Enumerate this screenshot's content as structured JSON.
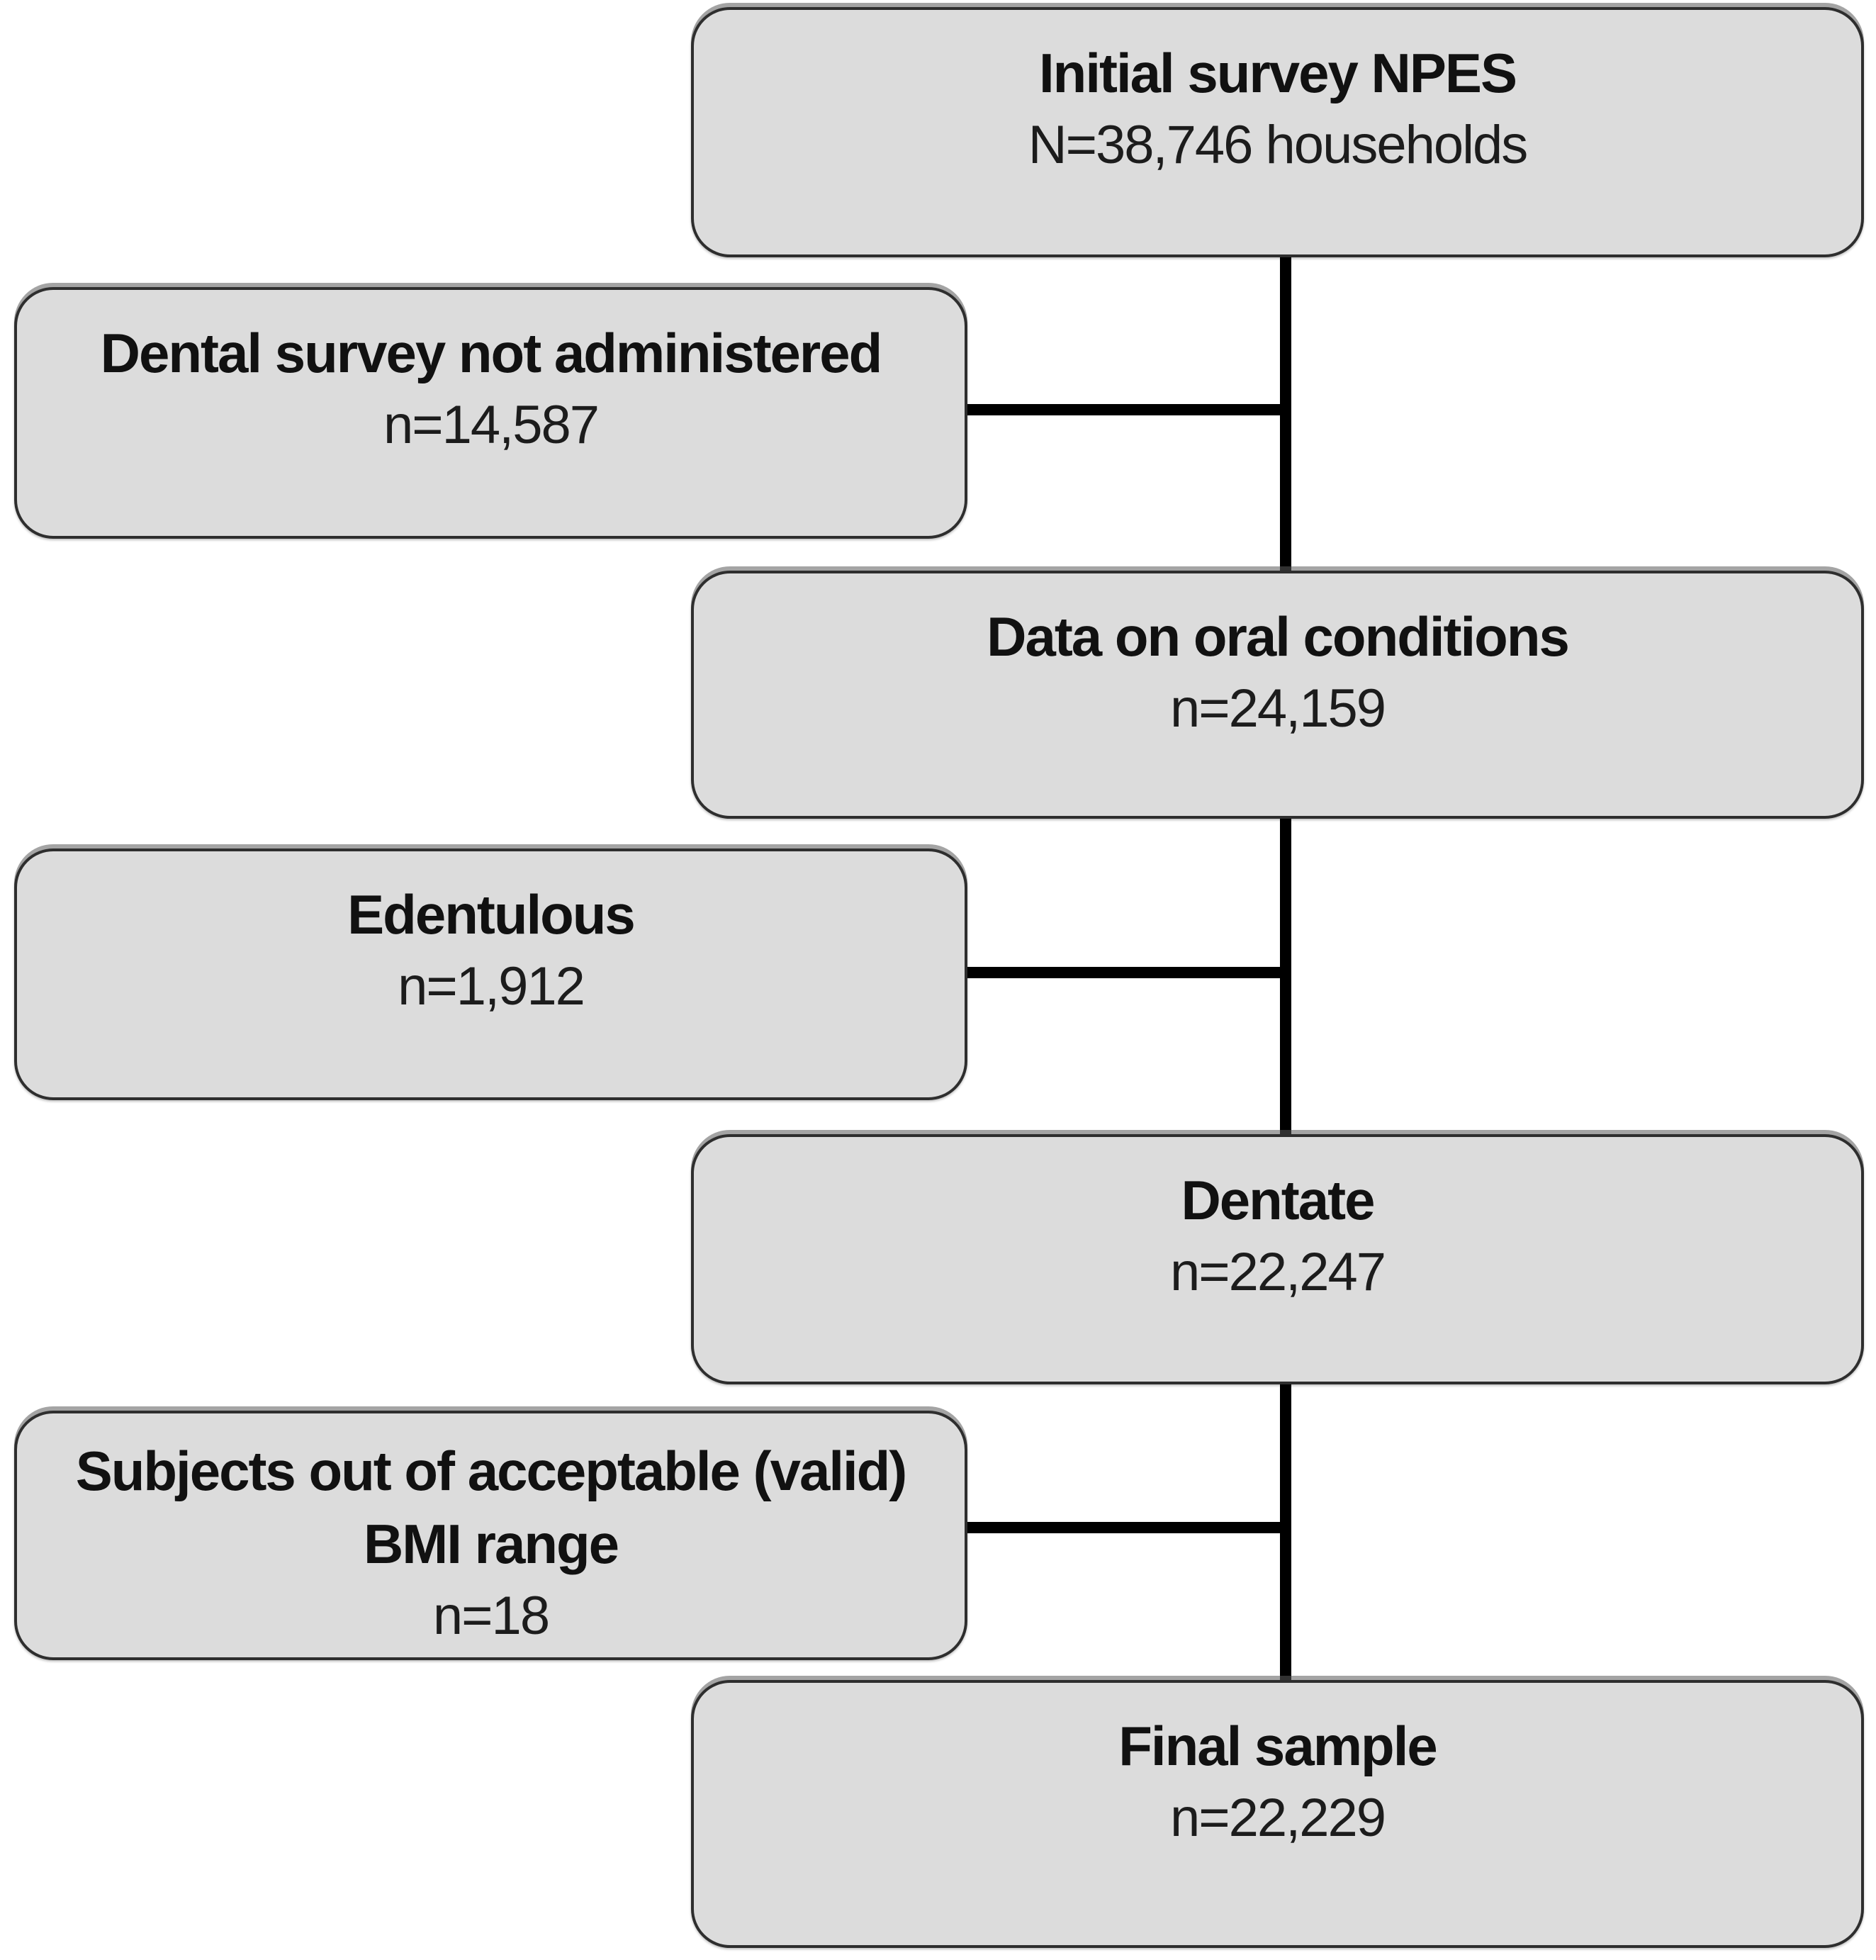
{
  "style": {
    "box_fill": "#dcdcdc",
    "box_border": "#2e2e2e",
    "connector_color": "#000000",
    "text_color": "#111111"
  },
  "nodes": [
    {
      "id": "initial-survey",
      "title": "Initial survey NPES",
      "count": "N=38,746 households"
    },
    {
      "id": "dental-survey-not-administered",
      "title": "Dental survey not administered",
      "count": "n=14,587"
    },
    {
      "id": "data-on-oral-conditions",
      "title": "Data on oral conditions",
      "count": "n=24,159"
    },
    {
      "id": "edentulous",
      "title": "Edentulous",
      "count": "n=1,912"
    },
    {
      "id": "dentate",
      "title": "Dentate",
      "count": "n=22,247"
    },
    {
      "id": "subjects-out-of-bmi-range",
      "title": "Subjects out of acceptable (valid)\nBMI range",
      "count": "n=18"
    },
    {
      "id": "final-sample",
      "title": "Final sample",
      "count": "n=22,229"
    }
  ],
  "edges": [
    {
      "from": "initial-survey",
      "to": "data-on-oral-conditions",
      "excluded": "dental-survey-not-administered"
    },
    {
      "from": "data-on-oral-conditions",
      "to": "dentate",
      "excluded": "edentulous"
    },
    {
      "from": "dentate",
      "to": "final-sample",
      "excluded": "subjects-out-of-bmi-range"
    }
  ]
}
